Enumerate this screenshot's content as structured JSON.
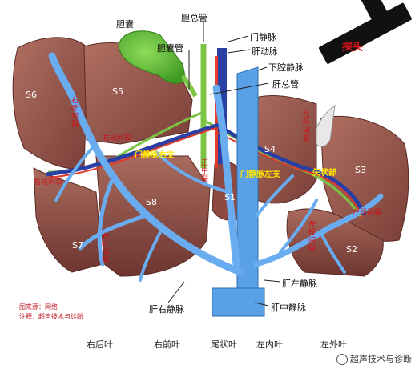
{
  "labels": {
    "gallbladder": "胆囊",
    "common_bile_duct_top": "胆总管",
    "cystic_duct": "胆囊管",
    "portal_vein": "门静脉",
    "hepatic_artery": "肝动脉",
    "ivc": "下腔静脉",
    "common_hepatic_duct": "肝总管",
    "right_hepatic_vein": "肝右静脉",
    "left_hepatic_vein": "肝左静脉",
    "middle_hepatic_vein": "肝中静脉"
  },
  "segments": [
    "S1",
    "S2",
    "S3",
    "S4",
    "S5",
    "S6",
    "S7",
    "S8"
  ],
  "portal_labels": {
    "right_branch": "门静脉右支",
    "left_branch": "门静脉左支",
    "umbilical": "矢状部"
  },
  "fissures": {
    "right_intersegmental_h1": "右段间裂",
    "right_intersegmental_h2": "右段间裂",
    "left_intersegmental": "左段间裂",
    "right_intersectoral_top": "右叶间裂",
    "right_intersectoral_bottom": "右叶间裂",
    "left_interlobar": "左叶间裂",
    "middle": "正中裂",
    "left_intersegmental_v": "左段间裂"
  },
  "lobes": [
    "右后叶",
    "右前叶",
    "尾状叶",
    "左内叶",
    "左外叶"
  ],
  "source": {
    "line1": "图来源：网络",
    "line2": "注释：超声技术与诊断"
  },
  "probe": "探头",
  "watermark": "超声技术与诊断"
}
